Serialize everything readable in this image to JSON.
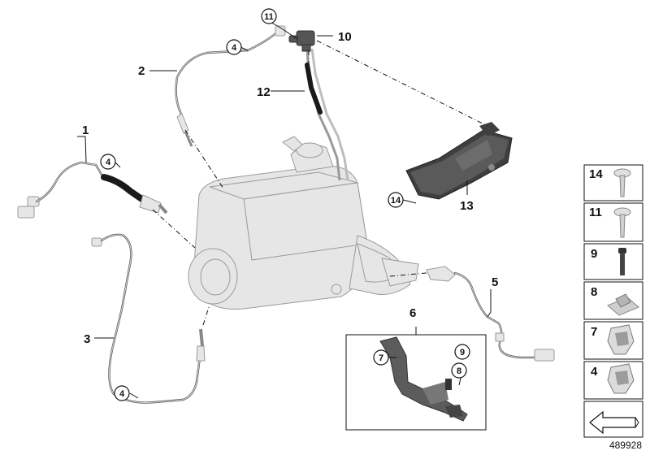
{
  "callouts": [
    "1",
    "2",
    "3",
    "4",
    "5",
    "6",
    "7",
    "8",
    "9",
    "10",
    "11",
    "12",
    "13",
    "14"
  ],
  "diagram_id": "489928",
  "side_panel": {
    "items": [
      {
        "label": "14",
        "icon": "torx-screw-icon"
      },
      {
        "label": "11",
        "icon": "torx-screw-icon"
      },
      {
        "label": "9",
        "icon": "bolt-icon"
      },
      {
        "label": "8",
        "icon": "cable-clip-icon"
      },
      {
        "label": "7",
        "icon": "cable-holder-icon"
      },
      {
        "label": "4",
        "icon": "cable-holder-icon"
      }
    ]
  },
  "colors": {
    "line": "#111111",
    "cable": "#555555",
    "part": "#e6e6e6"
  }
}
